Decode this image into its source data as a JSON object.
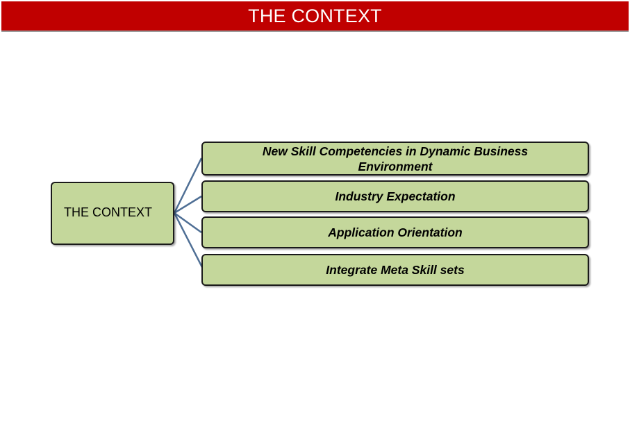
{
  "slide": {
    "title": "THE CONTEXT"
  },
  "diagram": {
    "root": {
      "label": "THE CONTEXT"
    },
    "children": [
      {
        "label": "New Skill Competencies in Dynamic Business Environment"
      },
      {
        "label": "Industry Expectation"
      },
      {
        "label": "Application Orientation"
      },
      {
        "label": "Integrate Meta Skill sets"
      }
    ],
    "colors": {
      "title_bar": "#c00000",
      "box_fill": "#c4d79b",
      "box_border": "#1a1a1a",
      "connector": "#4f6f95"
    }
  }
}
